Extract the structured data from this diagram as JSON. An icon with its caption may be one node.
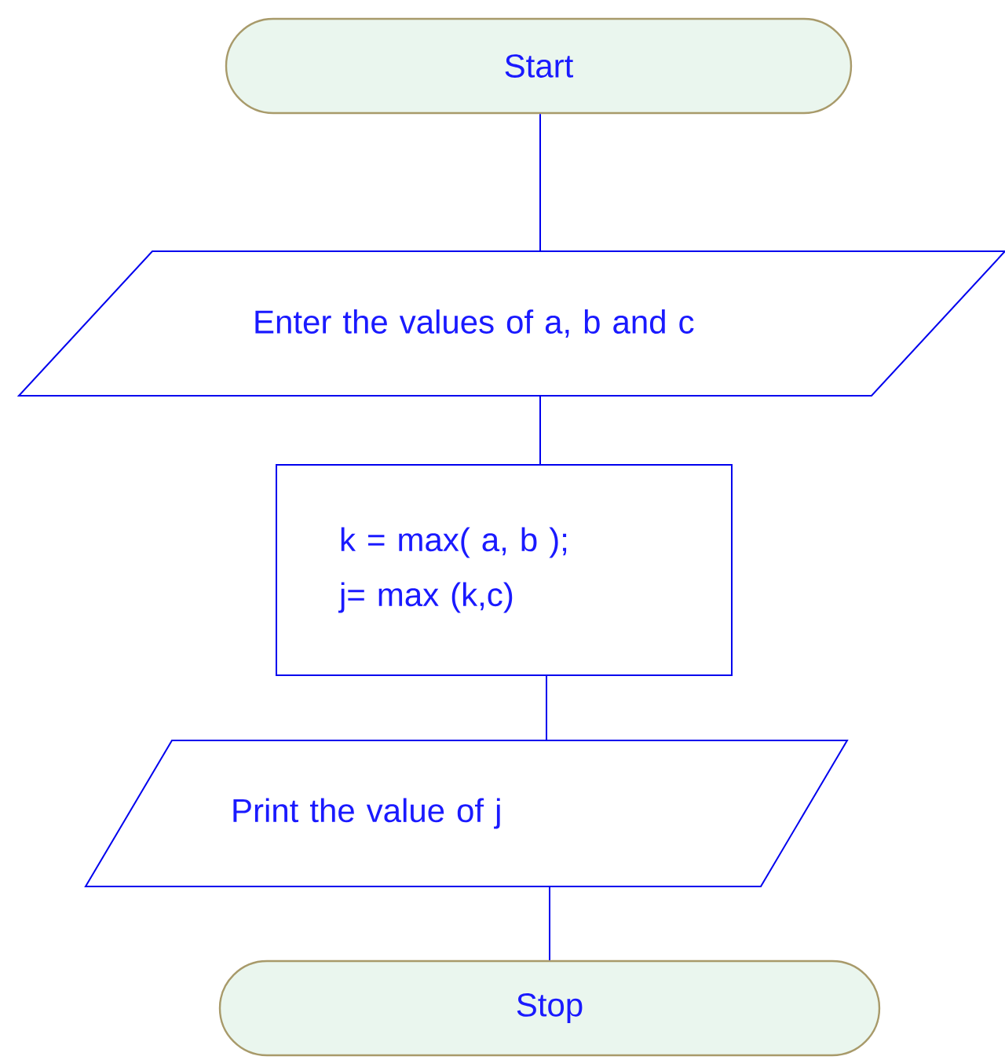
{
  "diagram": {
    "nodes": [
      {
        "text": [
          "Start"
        ]
      },
      {
        "text": [
          "Enter the values of a, b and c"
        ]
      },
      {
        "text": [
          "k = max( a, b );",
          "j= max (k,c)"
        ]
      },
      {
        "text": [
          "Print the value of j"
        ]
      },
      {
        "text": [
          "Stop"
        ]
      }
    ],
    "edges": [
      {
        "from": 0,
        "to": 1,
        "arrow": "none"
      },
      {
        "from": 1,
        "to": 2,
        "arrow": "none"
      },
      {
        "from": 2,
        "to": 3,
        "arrow": "none"
      },
      {
        "from": 3,
        "to": 4,
        "arrow": "none"
      }
    ]
  }
}
